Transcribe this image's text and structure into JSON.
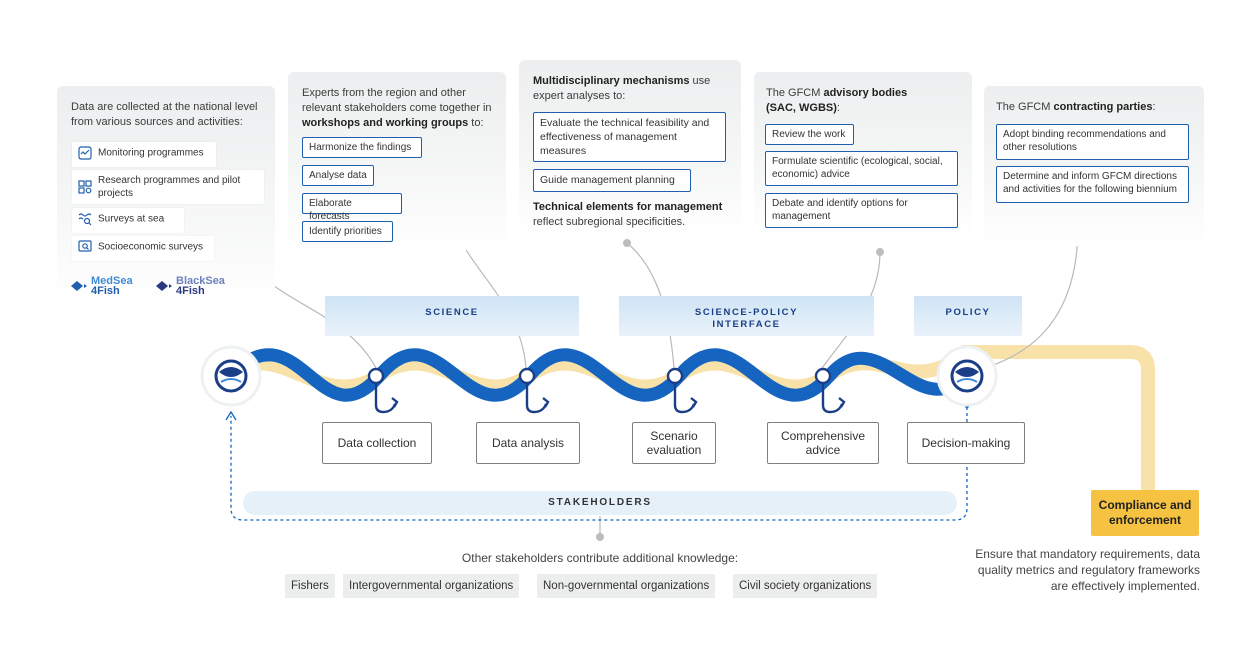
{
  "panel1": {
    "intro": "Data are collected at the national level from various sources and activities:",
    "items": [
      {
        "label": "Monitoring programmes",
        "icon": "monitoring-icon"
      },
      {
        "label": "Research programmes and pilot projects",
        "icon": "research-icon"
      },
      {
        "label": "Surveys at sea",
        "icon": "survey-at-sea-icon"
      },
      {
        "label": "Socioeconomic surveys",
        "icon": "socioeconomic-icon"
      }
    ],
    "logos": [
      {
        "top": "MedSea",
        "bottom": "4Fish"
      },
      {
        "top": "BlackSea",
        "bottom": "4Fish"
      }
    ]
  },
  "panel2": {
    "intro_a": "Experts from the region and other relevant stakeholders come together in",
    "intro_bold": "workshops and working groups",
    "intro_b": " to:",
    "items": [
      "Harmonize the findings",
      "Analyse data",
      "Elaborate forecasts",
      "Identify priorities"
    ]
  },
  "panel3": {
    "intro_bold": "Multidisciplinary mechanisms",
    "intro_b": " use expert analyses to:",
    "items": [
      "Evaluate the technical feasibility and effectiveness of management measures",
      "Guide management planning"
    ],
    "footer_bold": "Technical elements for management",
    "footer_b": " reflect subregional specificities."
  },
  "panel4": {
    "intro_a": "The GFCM ",
    "intro_bold": "advisory bodies",
    "intro_bold2": "(SAC, WGBS)",
    "intro_b": ":",
    "items": [
      "Review the work",
      "Formulate scientific (ecological, social, economic) advice",
      "Debate and identify options for management"
    ]
  },
  "panel5": {
    "intro_a": "The GFCM ",
    "intro_bold": "contracting parties",
    "intro_b": ":",
    "items": [
      "Adopt binding recommendations and other resolutions",
      "Determine and inform GFCM directions and activities for the following biennium"
    ]
  },
  "zones": [
    "SCIENCE",
    "SCIENCE-POLICY INTERFACE",
    "POLICY"
  ],
  "stages": [
    "Data collection",
    "Data analysis",
    "Scenario evaluation",
    "Comprehensive advice",
    "Decision-making"
  ],
  "stakeholders": {
    "label": "STAKEHOLDERS",
    "note": "Other stakeholders contribute additional knowledge:",
    "tags": [
      "Fishers",
      "Intergovernmental organizations",
      "Non-governmental organizations",
      "Civil society organizations"
    ]
  },
  "compliance": {
    "label": "Compliance and enforcement",
    "note": "Ensure that mandatory requirements, data quality metrics and regulatory frameworks are effectively implemented."
  },
  "colors": {
    "wave": "#1565c0",
    "wave_light": "#f8e2a9",
    "node": "#1b3f86",
    "compliance": "#f5c242",
    "zone": "#d6e8f6"
  }
}
